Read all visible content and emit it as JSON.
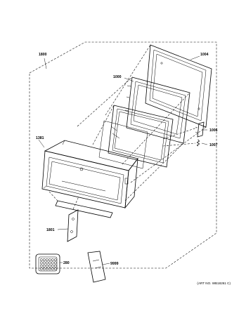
{
  "parts": [
    {
      "id": "assembly",
      "label": "1800"
    },
    {
      "id": "door-frame-rear",
      "label": "1004"
    },
    {
      "id": "door-choke",
      "label": "1000"
    },
    {
      "id": "latch-hook",
      "label": "1006"
    },
    {
      "id": "latch-spring",
      "label": "1007"
    },
    {
      "id": "door-front-assembly",
      "label": "1381"
    },
    {
      "id": "door-bottom-part",
      "label": "1801"
    },
    {
      "id": "grease-filter",
      "label": "280"
    },
    {
      "id": "literature",
      "label": "9999"
    }
  ],
  "art_number": "(ART NO. WB18261 C)"
}
